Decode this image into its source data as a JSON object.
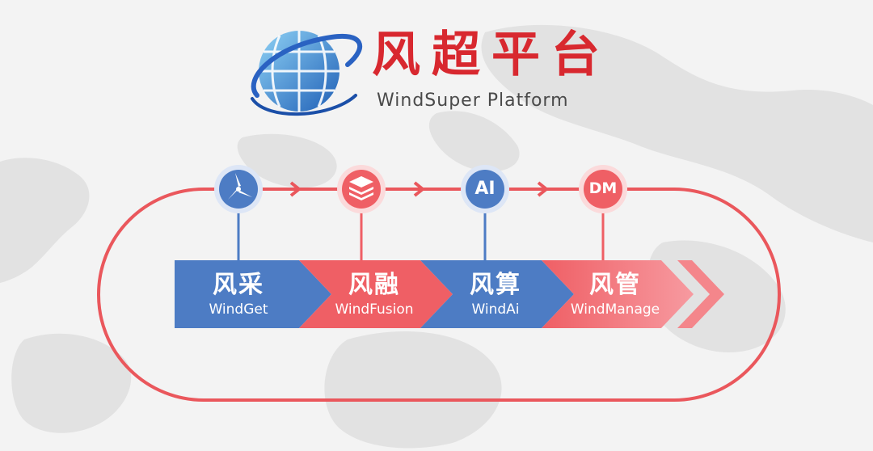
{
  "header": {
    "title_cn": "风超平台",
    "title_en": "WindSuper Platform"
  },
  "stages": [
    {
      "cn": "风采",
      "en": "WindGet",
      "color": "#4d7cc4",
      "icon": "wind-turbine-icon"
    },
    {
      "cn": "风融",
      "en": "WindFusion",
      "color": "#ef5f65",
      "icon": "layers-stack-icon"
    },
    {
      "cn": "风算",
      "en": "WindAi",
      "color": "#4d7cc4",
      "icon": "ai-text-icon",
      "icon_text": "AI"
    },
    {
      "cn": "风管",
      "en": "WindManage",
      "color": "#ef5f65",
      "icon": "dm-text-icon",
      "icon_text": "DM"
    }
  ],
  "colors": {
    "brand_red": "#d8282f",
    "blue": "#4d7cc4",
    "red": "#ef5f65",
    "loop_red": "#ea575c"
  }
}
